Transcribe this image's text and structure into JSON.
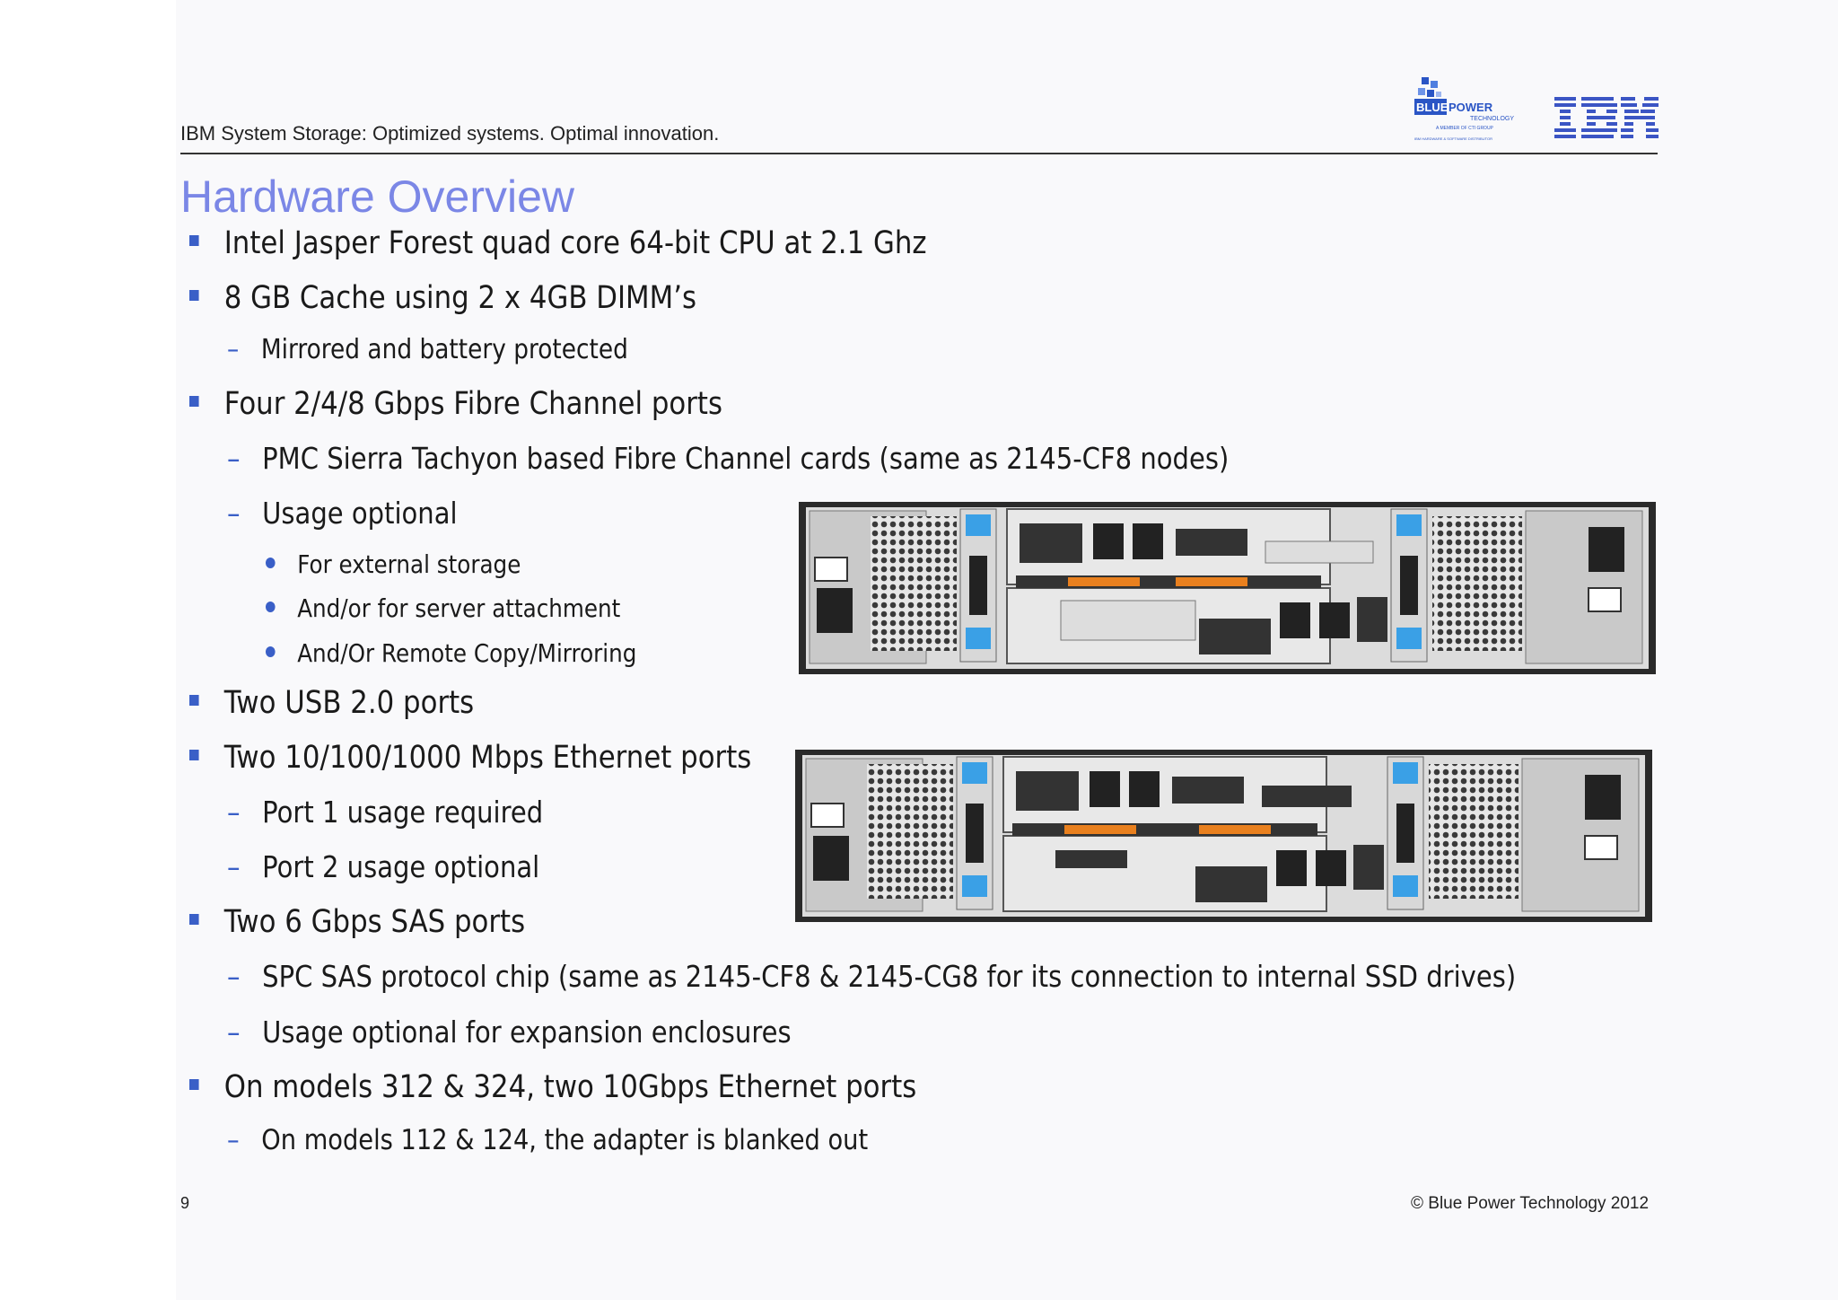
{
  "header": {
    "text": "IBM System Storage: Optimized systems. Optimal innovation.",
    "logo_bluepower": "BLUEPOWER",
    "logo_bluepower_sub": "TECHNOLOGY",
    "logo_ibm": "IBM"
  },
  "title": "Hardware Overview",
  "bullets": {
    "b1": "Intel Jasper Forest quad core 64-bit CPU at 2.1 Ghz",
    "b2": "8 GB Cache using 2 x 4GB DIMM’s",
    "b2_1": "Mirrored and battery protected",
    "b3": "Four 2/4/8 Gbps Fibre Channel ports",
    "b3_1": "PMC Sierra Tachyon based Fibre Channel cards (same as 2145-CF8 nodes)",
    "b3_2": "Usage optional",
    "b3_2_1": "For external storage",
    "b3_2_2": "And/or for server attachment",
    "b3_2_3": "And/Or Remote Copy/Mirroring",
    "b4": "Two USB 2.0 ports",
    "b5": "Two 10/100/1000 Mbps Ethernet ports",
    "b5_1": "Port 1 usage required",
    "b5_2": "Port 2 usage optional",
    "b6": "Two 6 Gbps SAS ports",
    "b6_1": "SPC SAS protocol chip (same as 2145-CF8  & 2145-CG8 for its connection to internal SSD drives)",
    "b6_2": "Usage optional for expansion enclosures",
    "b7": "On models 312 & 324, two 10Gbps Ethernet  ports",
    "b7_1": "On models 112 & 124, the adapter is blanked out"
  },
  "footer": {
    "page": "9",
    "copyright": "© Blue Power Technology 2012"
  },
  "colors": {
    "title": "#7b87e6",
    "bullet": "#3a5fc7",
    "text": "#1a1a1a"
  }
}
